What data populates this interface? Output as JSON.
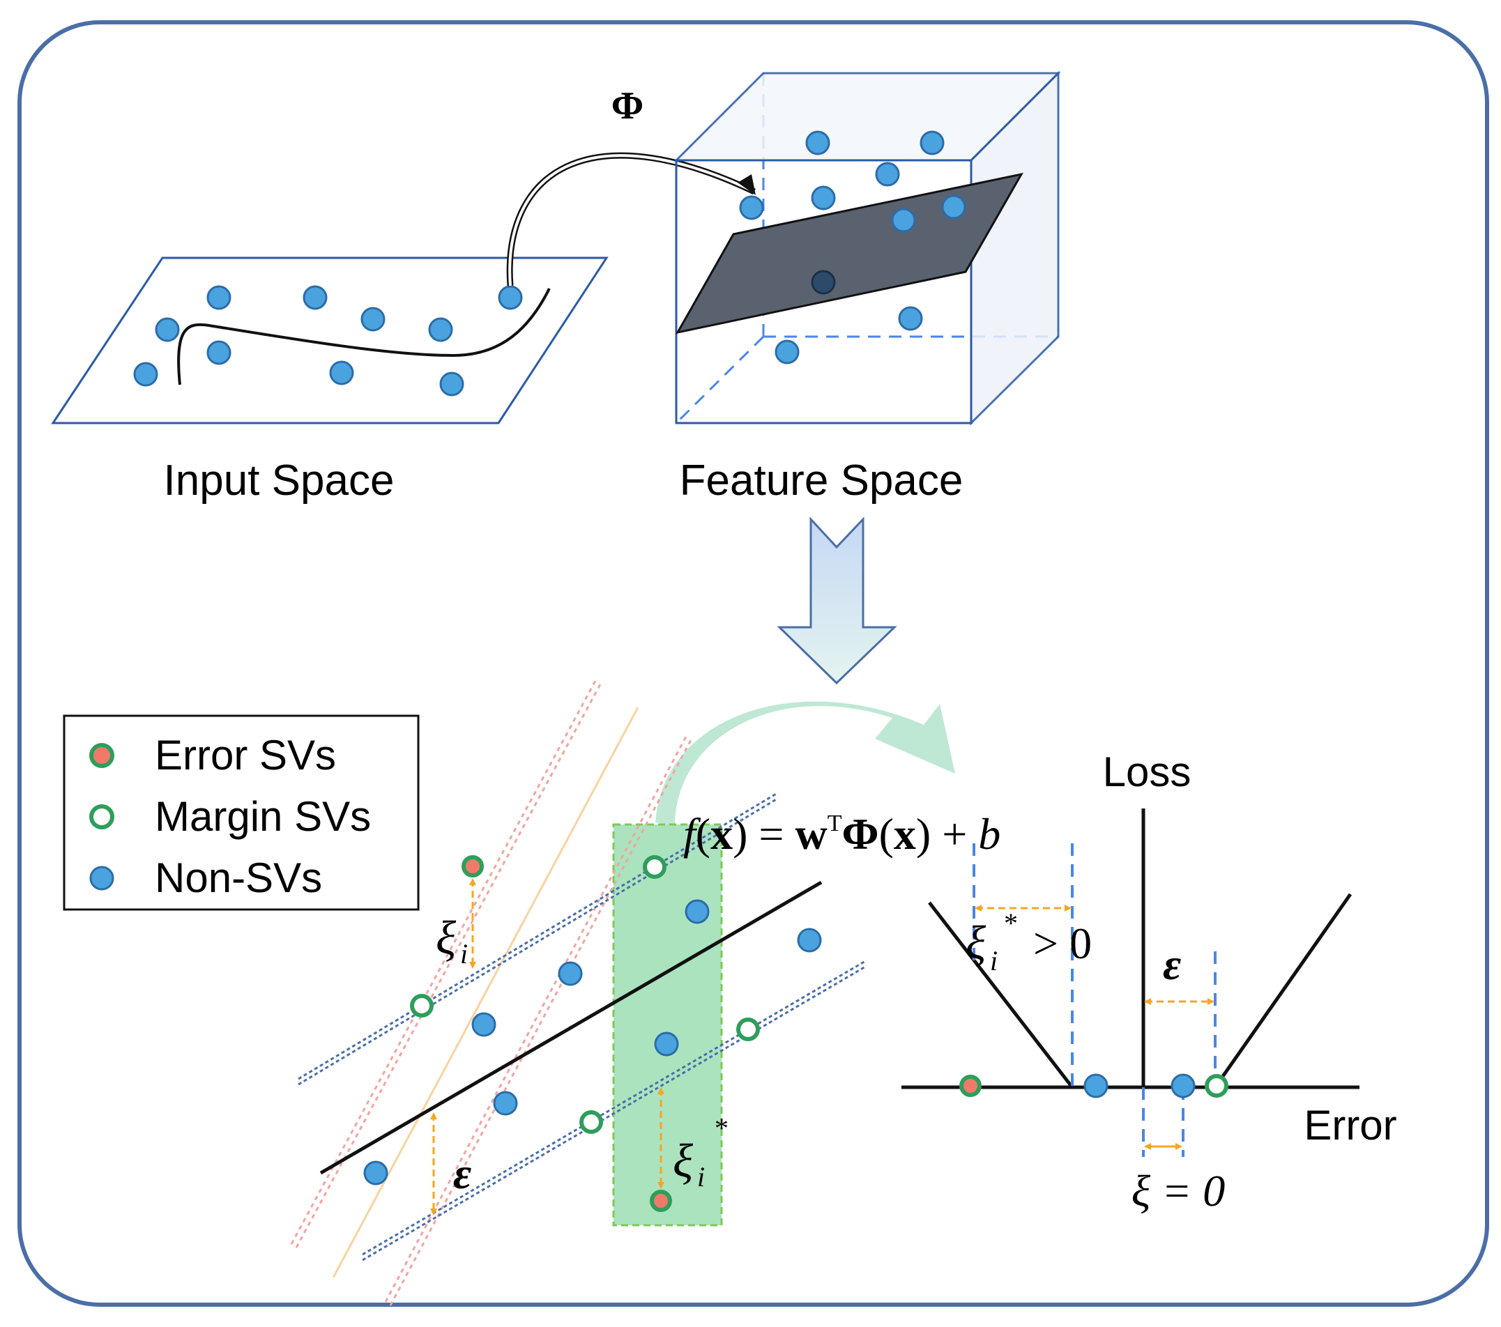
{
  "colors": {
    "frame": "#4a6ea8",
    "dot_fill": "#4aa3df",
    "dot_stroke": "#2b6ca8",
    "margin_sv": "#2e9e5b",
    "error_core": "#f07a6a",
    "orange": "#f5a623",
    "blue_dash": "#4a86e8",
    "plane": "#5a6270",
    "green_band": "#8fd9a8",
    "green_arrow": "#bfe8d4"
  },
  "top": {
    "phi_label": "Φ",
    "input_label": "Input Space",
    "feature_label": "Feature Space"
  },
  "legend": {
    "error_label": "Error SVs",
    "margin_label": "Margin SVs",
    "nonsv_label": "Non-SVs"
  },
  "regression": {
    "xi_label": "ξ",
    "xi_sub": "i",
    "xi_star_sup": "*",
    "epsilon_label": "ε"
  },
  "formula": {
    "f": "f",
    "open": "(",
    "x": "x",
    "close_eq": ") = ",
    "w": "w",
    "T": "T",
    "phi": "Φ",
    "x2": "x",
    "rest": ") + ",
    "b": "b",
    "open2": "("
  },
  "loss_plot": {
    "loss_label": "Loss",
    "error_label": "Error",
    "xi_star_cond": "> 0",
    "epsilon_label": "ε",
    "xi_zero": "ξ = 0"
  }
}
